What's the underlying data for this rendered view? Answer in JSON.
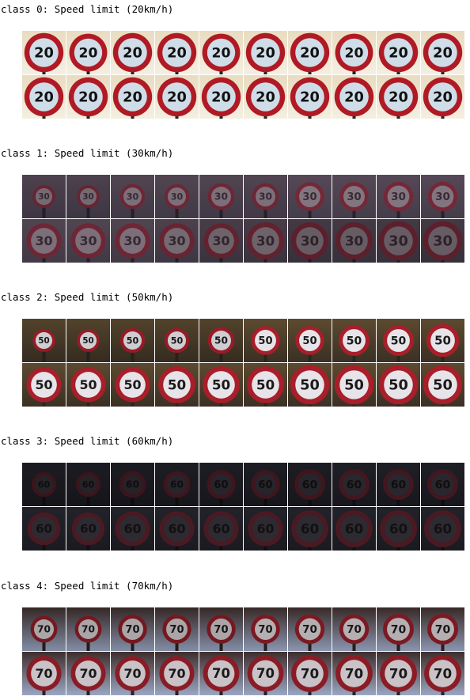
{
  "classes": [
    {
      "heading": "class 0: Speed limit (20km/h)",
      "sign_number": "20",
      "colors": {
        "bg_top": "#e8dcc0",
        "bg_bottom": "#f4efe2",
        "ring": "#b01a24",
        "face": "#cfdde8",
        "digits": "#111111",
        "pole": "#222222"
      },
      "brightness": [
        1,
        1,
        1,
        1,
        1,
        1,
        1,
        1,
        1,
        1,
        1,
        1,
        1,
        1,
        1,
        1,
        1,
        1,
        1,
        1
      ],
      "sign_scale": [
        0.95,
        0.92,
        0.95,
        0.95,
        0.92,
        0.95,
        0.95,
        0.92,
        0.95,
        0.95,
        0.95,
        0.95,
        0.95,
        0.95,
        0.95,
        0.95,
        0.95,
        0.95,
        0.95,
        0.95
      ]
    },
    {
      "heading": "class 1: Speed limit (30km/h)",
      "sign_number": "30",
      "colors": {
        "bg_top": "#5a4c5a",
        "bg_bottom": "#48404e",
        "ring": "#7a2a3a",
        "face": "#8a7b86",
        "digits": "#3a2e38",
        "pole": "#2a2430"
      },
      "brightness": [
        0.85,
        0.85,
        0.9,
        0.9,
        0.9,
        0.9,
        0.95,
        0.95,
        0.95,
        0.95,
        0.9,
        0.9,
        0.9,
        0.85,
        0.8,
        0.8,
        0.75,
        0.75,
        0.75,
        0.75
      ],
      "sign_scale": [
        0.55,
        0.55,
        0.6,
        0.6,
        0.65,
        0.65,
        0.7,
        0.7,
        0.72,
        0.72,
        0.85,
        0.85,
        0.85,
        0.85,
        0.85,
        0.9,
        0.9,
        0.9,
        0.95,
        0.95
      ]
    },
    {
      "heading": "class 2: Speed limit (50km/h)",
      "sign_number": "50",
      "colors": {
        "bg_top": "#5c4a30",
        "bg_bottom": "#3a3024",
        "ring": "#a81e2a",
        "face": "#e6e4e8",
        "digits": "#1a1a1a",
        "pole": "#2a2520"
      },
      "brightness": [
        0.9,
        0.9,
        0.9,
        0.9,
        0.9,
        1,
        1,
        1,
        1,
        1,
        1,
        1,
        1,
        1,
        1,
        1,
        1,
        1,
        1,
        1
      ],
      "sign_scale": [
        0.55,
        0.55,
        0.6,
        0.6,
        0.65,
        0.7,
        0.7,
        0.75,
        0.75,
        0.8,
        0.85,
        0.85,
        0.85,
        0.9,
        0.9,
        0.9,
        0.95,
        0.95,
        0.95,
        0.95
      ]
    },
    {
      "heading": "class 3: Speed limit (60km/h)",
      "sign_number": "60",
      "colors": {
        "bg_top": "#22222a",
        "bg_bottom": "#1a1a20",
        "ring": "#4a1a22",
        "face": "#2e2a32",
        "digits": "#111111",
        "pole": "#101014"
      },
      "brightness": [
        0.8,
        0.8,
        0.8,
        0.85,
        0.85,
        0.85,
        0.85,
        0.9,
        0.9,
        0.9,
        1,
        1,
        1,
        1,
        1,
        1,
        1,
        1,
        1,
        1
      ],
      "sign_scale": [
        0.6,
        0.6,
        0.65,
        0.65,
        0.7,
        0.7,
        0.75,
        0.75,
        0.75,
        0.75,
        0.8,
        0.8,
        0.85,
        0.85,
        0.85,
        0.85,
        0.9,
        0.9,
        0.9,
        0.9
      ]
    },
    {
      "heading": "class 4: Speed limit (70km/h)",
      "sign_number": "70",
      "colors": {
        "bg_top": "#3e2e2c",
        "bg_bottom": "#9aa6c2",
        "ring": "#8a1c26",
        "face": "#c9c2c6",
        "digits": "#1a1a1a",
        "pole": "#2a2020"
      },
      "brightness": [
        0.85,
        0.85,
        0.85,
        0.85,
        0.85,
        0.9,
        0.9,
        0.9,
        0.9,
        0.9,
        1,
        1,
        1,
        1,
        1,
        1,
        1,
        1,
        1,
        1
      ],
      "sign_scale": [
        0.65,
        0.65,
        0.7,
        0.7,
        0.7,
        0.7,
        0.72,
        0.72,
        0.75,
        0.75,
        0.85,
        0.85,
        0.85,
        0.85,
        0.88,
        0.88,
        0.9,
        0.9,
        0.9,
        0.9
      ]
    }
  ]
}
